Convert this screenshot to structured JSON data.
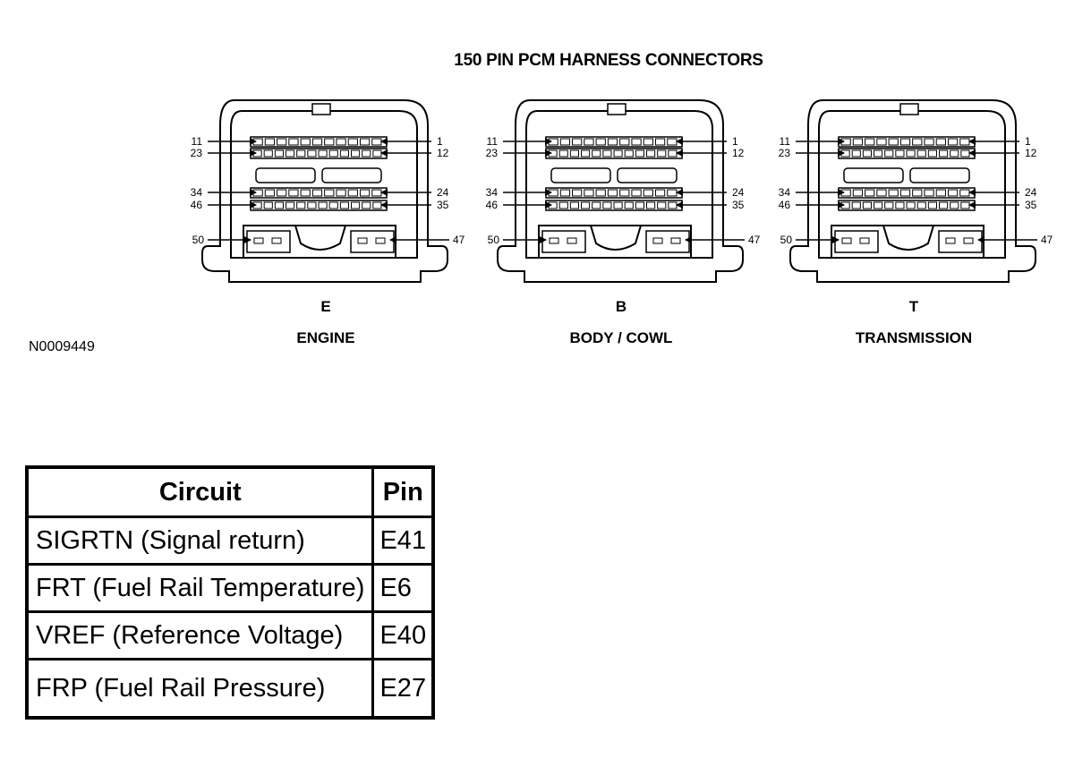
{
  "diagram": {
    "title": "150 PIN PCM HARNESS CONNECTORS",
    "figure_id": "N0009449",
    "pin_labels": {
      "row1_left": "11",
      "row1_right": "1",
      "row2_left": "23",
      "row2_right": "12",
      "row3_left": "34",
      "row3_right": "24",
      "row4_left": "46",
      "row4_right": "35",
      "bottom_left": "50",
      "bottom_right": "47"
    },
    "connectors": [
      {
        "letter": "E",
        "name": "ENGINE"
      },
      {
        "letter": "B",
        "name": "BODY / COWL"
      },
      {
        "letter": "T",
        "name": "TRANSMISSION"
      }
    ]
  },
  "table": {
    "headers": {
      "circuit": "Circuit",
      "pin": "Pin"
    },
    "rows": [
      {
        "circuit": "SIGRTN (Signal return)",
        "pin": "E41"
      },
      {
        "circuit": "FRT (Fuel Rail Temperature)",
        "pin": "E6"
      },
      {
        "circuit": "VREF (Reference Voltage)",
        "pin": "E40"
      },
      {
        "circuit": "FRP (Fuel Rail Pressure)",
        "pin": "E27"
      }
    ]
  }
}
